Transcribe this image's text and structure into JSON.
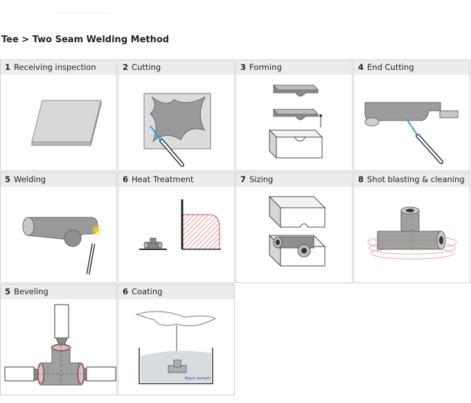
{
  "page": {
    "title": "Tee > Two Seam Welding Method"
  },
  "steps": [
    {
      "num": "1",
      "label": "Receiving inspection",
      "icon": "steel-plate-icon"
    },
    {
      "num": "2",
      "label": "Cutting",
      "icon": "cutting-torch-icon"
    },
    {
      "num": "3",
      "label": "Forming",
      "icon": "press-die-icon"
    },
    {
      "num": "4",
      "label": "End Cutting",
      "icon": "end-cutting-icon"
    },
    {
      "num": "5",
      "label": "Welding",
      "icon": "welding-icon"
    },
    {
      "num": "6",
      "label": "Heat Treatment",
      "icon": "furnace-icon"
    },
    {
      "num": "7",
      "label": "Sizing",
      "icon": "sizing-die-icon"
    },
    {
      "num": "8",
      "label": "Shot blasting & cleaning",
      "icon": "shot-blasting-icon"
    },
    {
      "num": "5",
      "label": "Beveling",
      "icon": "beveling-icon"
    },
    {
      "num": "6",
      "label": "Coating",
      "icon": "coating-tank-icon",
      "tank_label": "Black Varnish"
    }
  ]
}
